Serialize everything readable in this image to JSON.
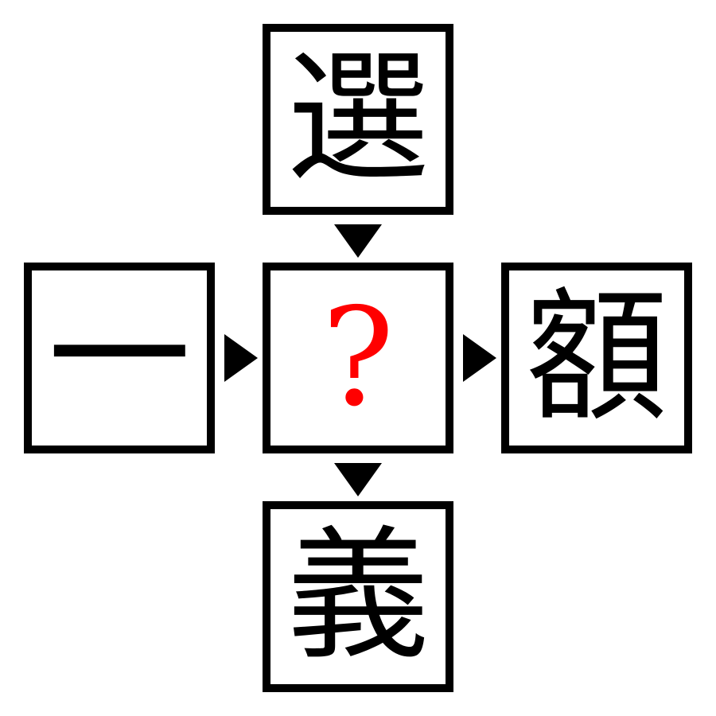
{
  "puzzle": {
    "top": "選",
    "left": "一",
    "center": "?",
    "right": "額",
    "bottom": "義"
  },
  "colors": {
    "border": "#000000",
    "text": "#000000",
    "question_mark": "#ff0000",
    "background": "#ffffff"
  },
  "icons": {
    "flow_arrow": "triangle-arrow-icon"
  }
}
